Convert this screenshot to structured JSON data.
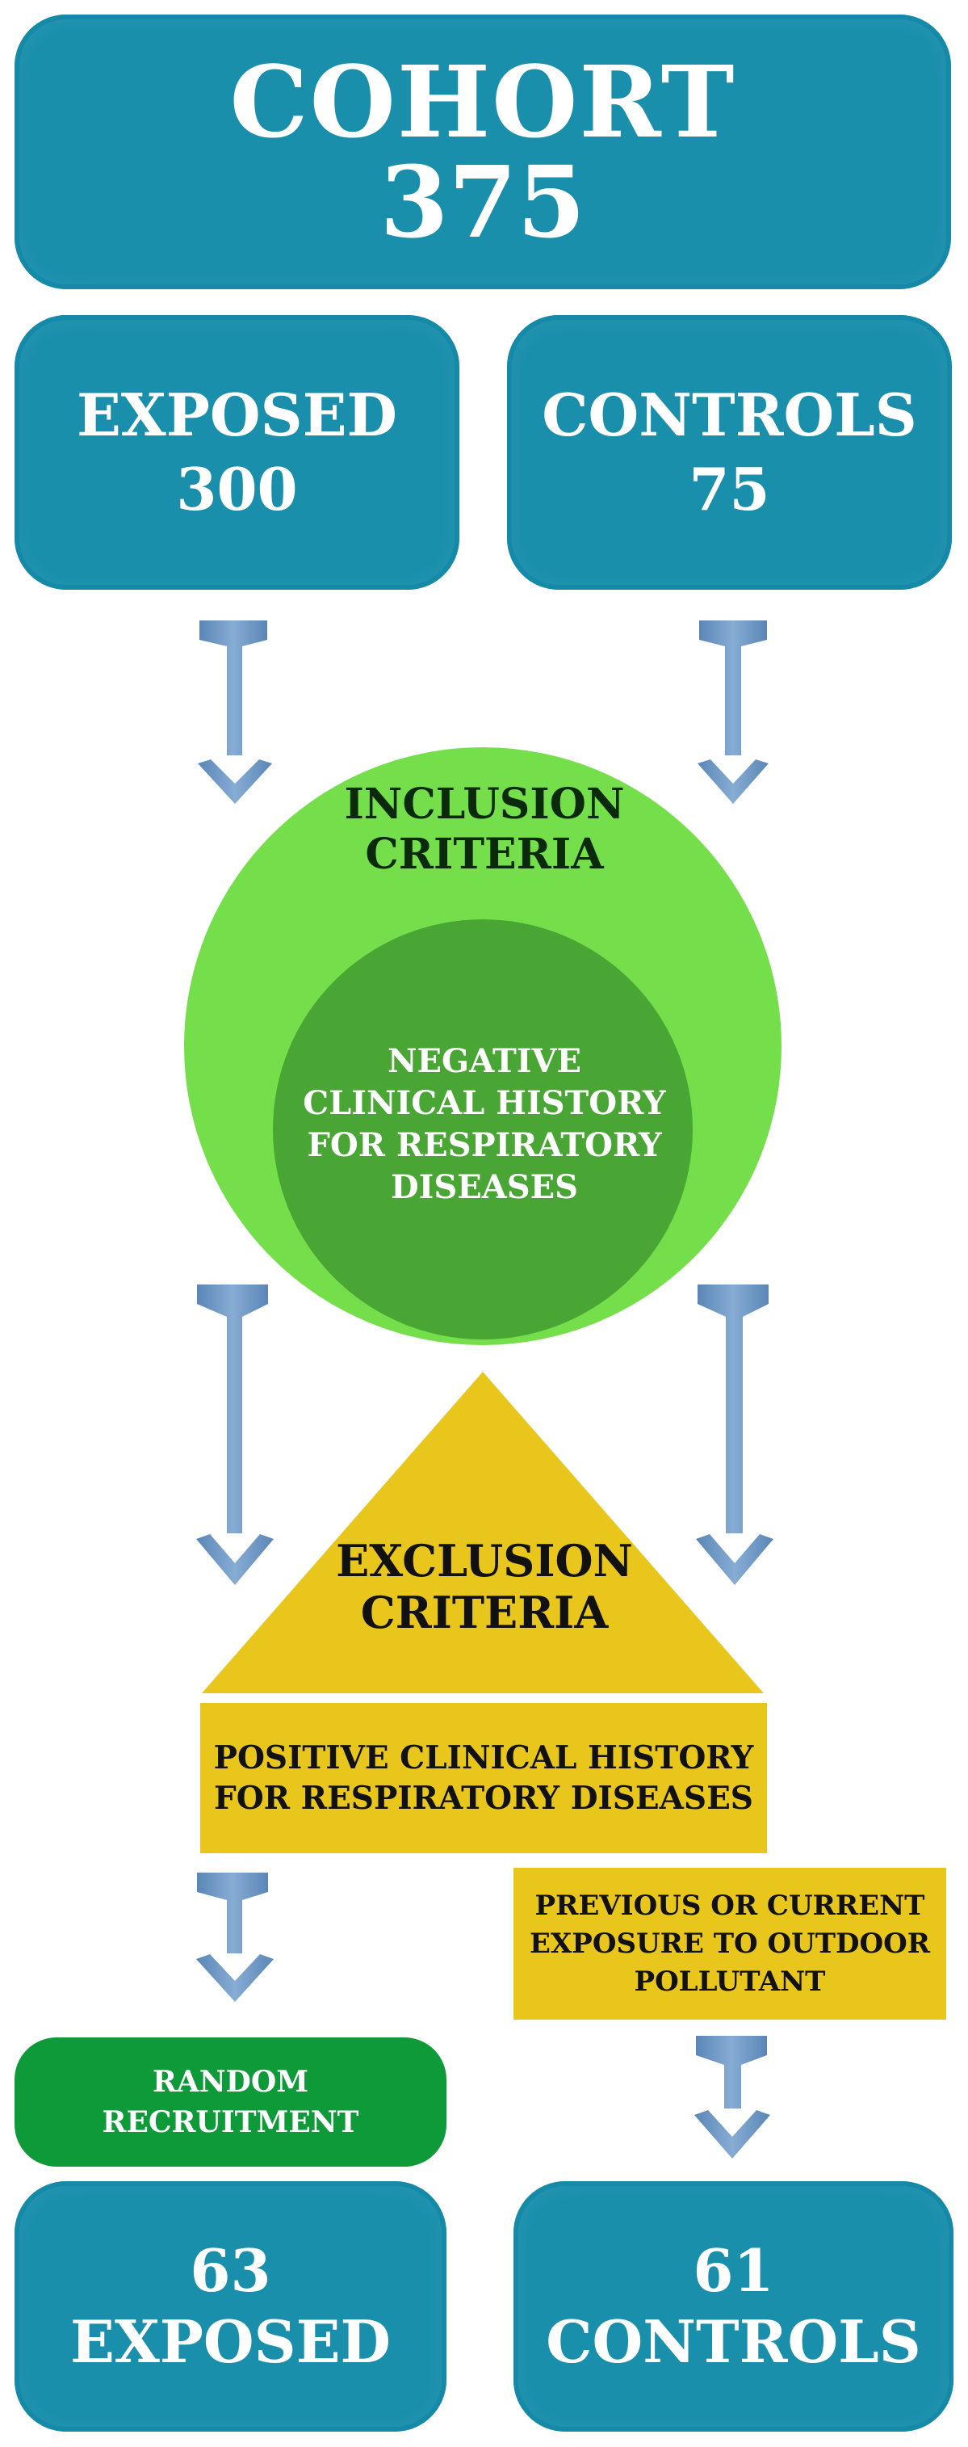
{
  "cohort": {
    "title": "COHORT",
    "count": "375"
  },
  "groups": {
    "exposed": {
      "label": "EXPOSED",
      "count": "300"
    },
    "controls": {
      "label": "CONTROLS",
      "count": "75"
    }
  },
  "inclusion": {
    "title_line1": "INCLUSION",
    "title_line2": "CRITERIA",
    "criterion_lines": [
      "NEGATIVE",
      "CLINICAL HISTORY",
      "FOR RESPIRATORY",
      "DISEASES"
    ]
  },
  "exclusion": {
    "title_line1": "EXCLUSION",
    "title_line2": "CRITERIA",
    "positive_lines": [
      "POSITIVE CLINICAL HISTORY",
      "FOR RESPIRATORY DISEASES"
    ],
    "previous_lines": [
      "PREVIOUS OR CURRENT",
      "EXPOSURE TO OUTDOOR",
      "POLLUTANT"
    ]
  },
  "recruitment": {
    "lines": [
      "RANDOM",
      "RECRUITMENT"
    ]
  },
  "outcome": {
    "exposed": {
      "count": "63",
      "label": "EXPOSED"
    },
    "controls": {
      "count": "61",
      "label": "CONTROLS"
    }
  },
  "colors": {
    "teal": "#1a8fac",
    "light_green": "#74df4b",
    "dark_green": "#4aa634",
    "yellow": "#e8c61b",
    "recruit_green": "#0f9a3a",
    "arrow": "#6e9ac6"
  }
}
